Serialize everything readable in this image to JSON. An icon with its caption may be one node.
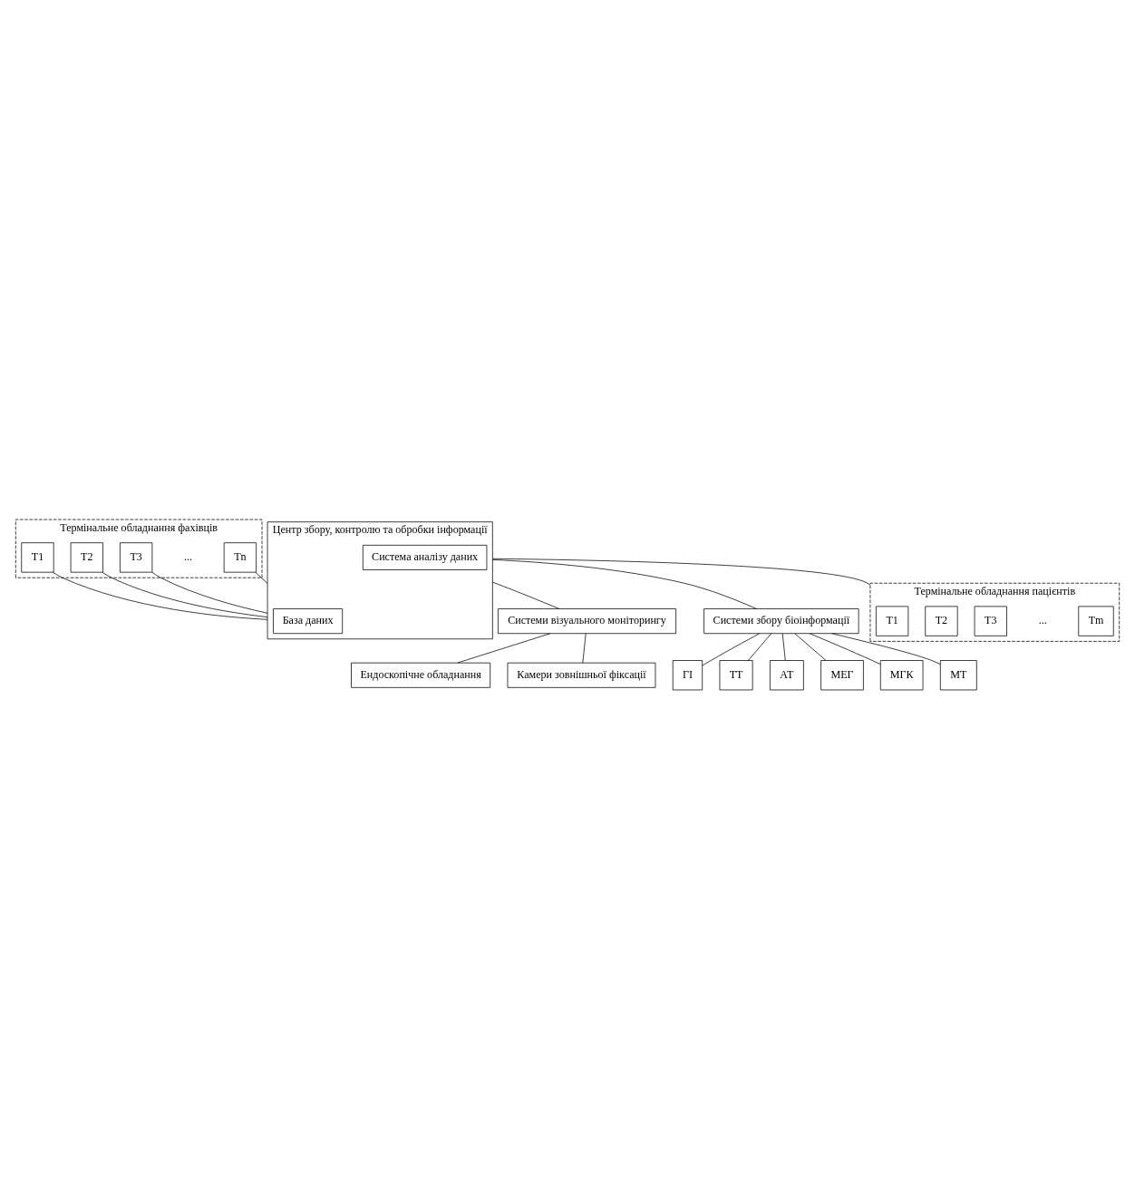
{
  "diagram": {
    "nodes": [
      {
        "text": [
          "Термінальне обладнання фахівців"
        ]
      },
      {
        "text": [
          "T1"
        ],
        "in": 0
      },
      {
        "text": [
          "T2"
        ],
        "in": 0
      },
      {
        "text": [
          "T3"
        ],
        "in": 0
      },
      {
        "text": [
          "Tn"
        ],
        "in": 0
      },
      {
        "text": [
          "Центр збору, контролю та обробки інформації"
        ]
      },
      {
        "text": [
          "База даних"
        ],
        "in": 5
      },
      {
        "text": [
          "Система аналізу даних"
        ],
        "in": 5
      },
      {
        "text": [
          "Системи візуального моніторингу"
        ]
      },
      {
        "text": [
          "Ендоскопічне обладнання"
        ]
      },
      {
        "text": [
          "Камери зовнішньої фіксації"
        ]
      },
      {
        "text": [
          "Системи збору біоінформації"
        ]
      },
      {
        "text": [
          "ГІ"
        ]
      },
      {
        "text": [
          "ТТ"
        ]
      },
      {
        "text": [
          "АТ"
        ]
      },
      {
        "text": [
          "МЕГ"
        ]
      },
      {
        "text": [
          "МГК"
        ]
      },
      {
        "text": [
          "МТ"
        ]
      },
      {
        "text": [
          "Термінальне обладнання пацієнтів"
        ]
      },
      {
        "text": [
          "T1"
        ],
        "in": 18
      },
      {
        "text": [
          "T2"
        ],
        "in": 18
      },
      {
        "text": [
          "T3"
        ],
        "in": 18
      },
      {
        "text": [
          "Tm"
        ],
        "in": 18
      }
    ],
    "edges": [
      {
        "from": 1,
        "to": 5,
        "arrow": "none"
      },
      {
        "from": 2,
        "to": 5,
        "arrow": "none"
      },
      {
        "from": 3,
        "to": 5,
        "arrow": "none"
      },
      {
        "from": 4,
        "to": 5,
        "arrow": "none"
      },
      {
        "from": 5,
        "to": 8,
        "arrow": "none"
      },
      {
        "from": 5,
        "to": 18,
        "arrow": "none"
      },
      {
        "from": 5,
        "to": 11,
        "arrow": "none"
      },
      {
        "from": 8,
        "to": 9,
        "arrow": "none"
      },
      {
        "from": 8,
        "to": 10,
        "arrow": "none"
      },
      {
        "from": 11,
        "to": 12,
        "arrow": "none"
      },
      {
        "from": 11,
        "to": 13,
        "arrow": "none"
      },
      {
        "from": 11,
        "to": 14,
        "arrow": "none"
      },
      {
        "from": 11,
        "to": 15,
        "arrow": "none"
      },
      {
        "from": 11,
        "to": 16,
        "arrow": "none"
      },
      {
        "from": 11,
        "to": 17,
        "arrow": "none"
      }
    ],
    "labels": [
      "...",
      "..."
    ]
  }
}
